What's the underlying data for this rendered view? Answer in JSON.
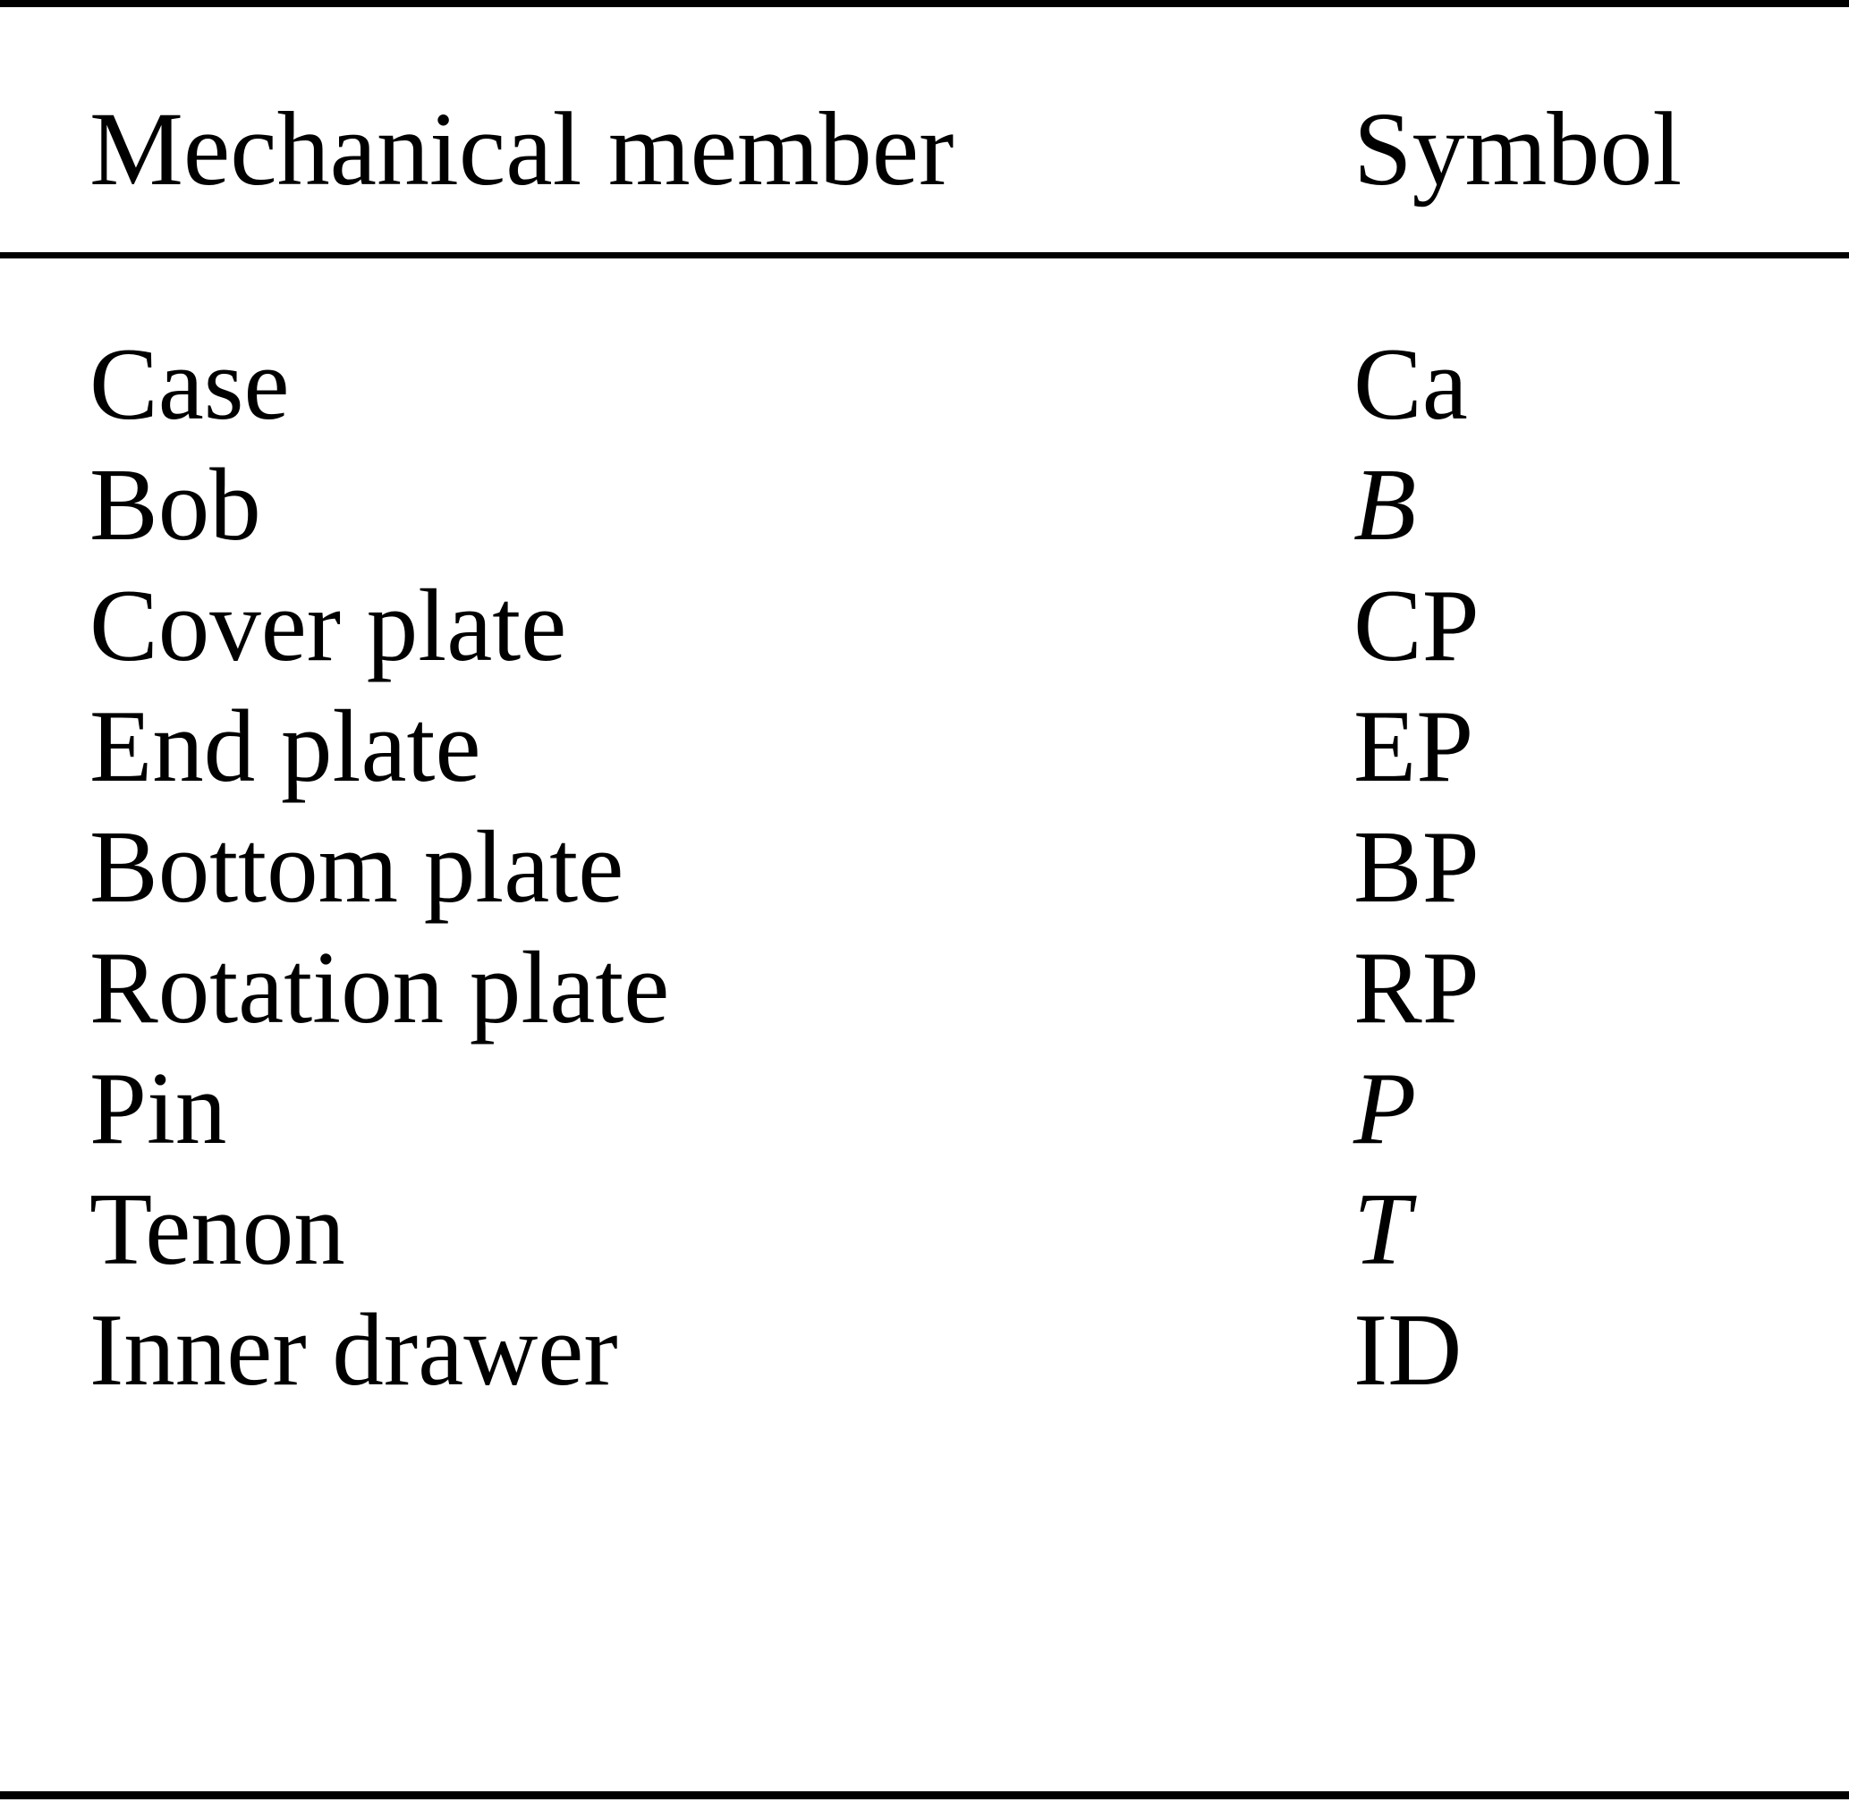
{
  "table": {
    "style": "booktabs",
    "text_color": "#000000",
    "background_color": "#ffffff",
    "rule_color": "#000000",
    "columns": [
      {
        "key": "member",
        "header": "Mechanical member"
      },
      {
        "key": "symbol",
        "header": "Symbol"
      }
    ],
    "rows": [
      {
        "member": "Case",
        "symbol": "Ca",
        "symbol_italic": false
      },
      {
        "member": "Bob",
        "symbol": "B",
        "symbol_italic": true
      },
      {
        "member": "Cover plate",
        "symbol": "CP",
        "symbol_italic": false
      },
      {
        "member": "End plate",
        "symbol": "EP",
        "symbol_italic": false
      },
      {
        "member": "Bottom plate",
        "symbol": "BP",
        "symbol_italic": false
      },
      {
        "member": "Rotation plate",
        "symbol": "RP",
        "symbol_italic": false
      },
      {
        "member": "Pin",
        "symbol": "P",
        "symbol_italic": true
      },
      {
        "member": "Tenon",
        "symbol": "T",
        "symbol_italic": true
      },
      {
        "member": "Inner drawer",
        "symbol": "ID",
        "symbol_italic": false
      }
    ]
  }
}
